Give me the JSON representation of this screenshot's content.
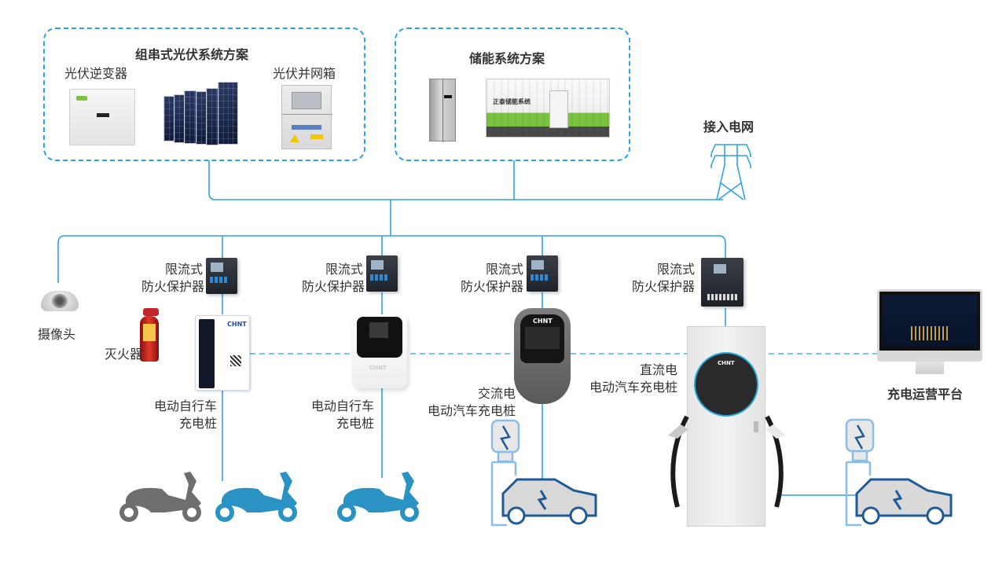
{
  "groups": {
    "pv": {
      "title": "组串式光伏系统方案",
      "inverter_label": "光伏逆变器",
      "combiner_label": "光伏并网箱"
    },
    "storage": {
      "title": "储能系统方案",
      "container_text": "正泰储能系统"
    }
  },
  "grid": {
    "label": "接入电网"
  },
  "camera": {
    "label": "摄像头"
  },
  "extinguisher": {
    "label": "灭火器"
  },
  "protectors": [
    {
      "line1": "限流式",
      "line2": "防火保护器"
    },
    {
      "line1": "限流式",
      "line2": "防火保护器"
    },
    {
      "line1": "限流式",
      "line2": "防火保护器"
    },
    {
      "line1": "限流式",
      "line2": "防火保护器"
    }
  ],
  "chargers": [
    {
      "line1": "电动自行车",
      "line2": "充电桩",
      "brand": "CHNT"
    },
    {
      "line1": "电动自行车",
      "line2": "充电桩",
      "brand": "CHNT"
    },
    {
      "line1": "交流电",
      "line2": "电动汽车充电桩",
      "brand": "CHNT"
    },
    {
      "line1": "直流电",
      "line2": "电动汽车充电桩",
      "brand": "CHNT"
    }
  ],
  "platform": {
    "label": "充电运营平台"
  },
  "colors": {
    "line": "#2fa3e0",
    "dashed_link": "#7cc4ec",
    "scooter_blue": "#2a93c4",
    "scooter_gray": "#6e6e6e",
    "ev_outline": "#1f5a98",
    "ev_light": "#8cbde6"
  }
}
